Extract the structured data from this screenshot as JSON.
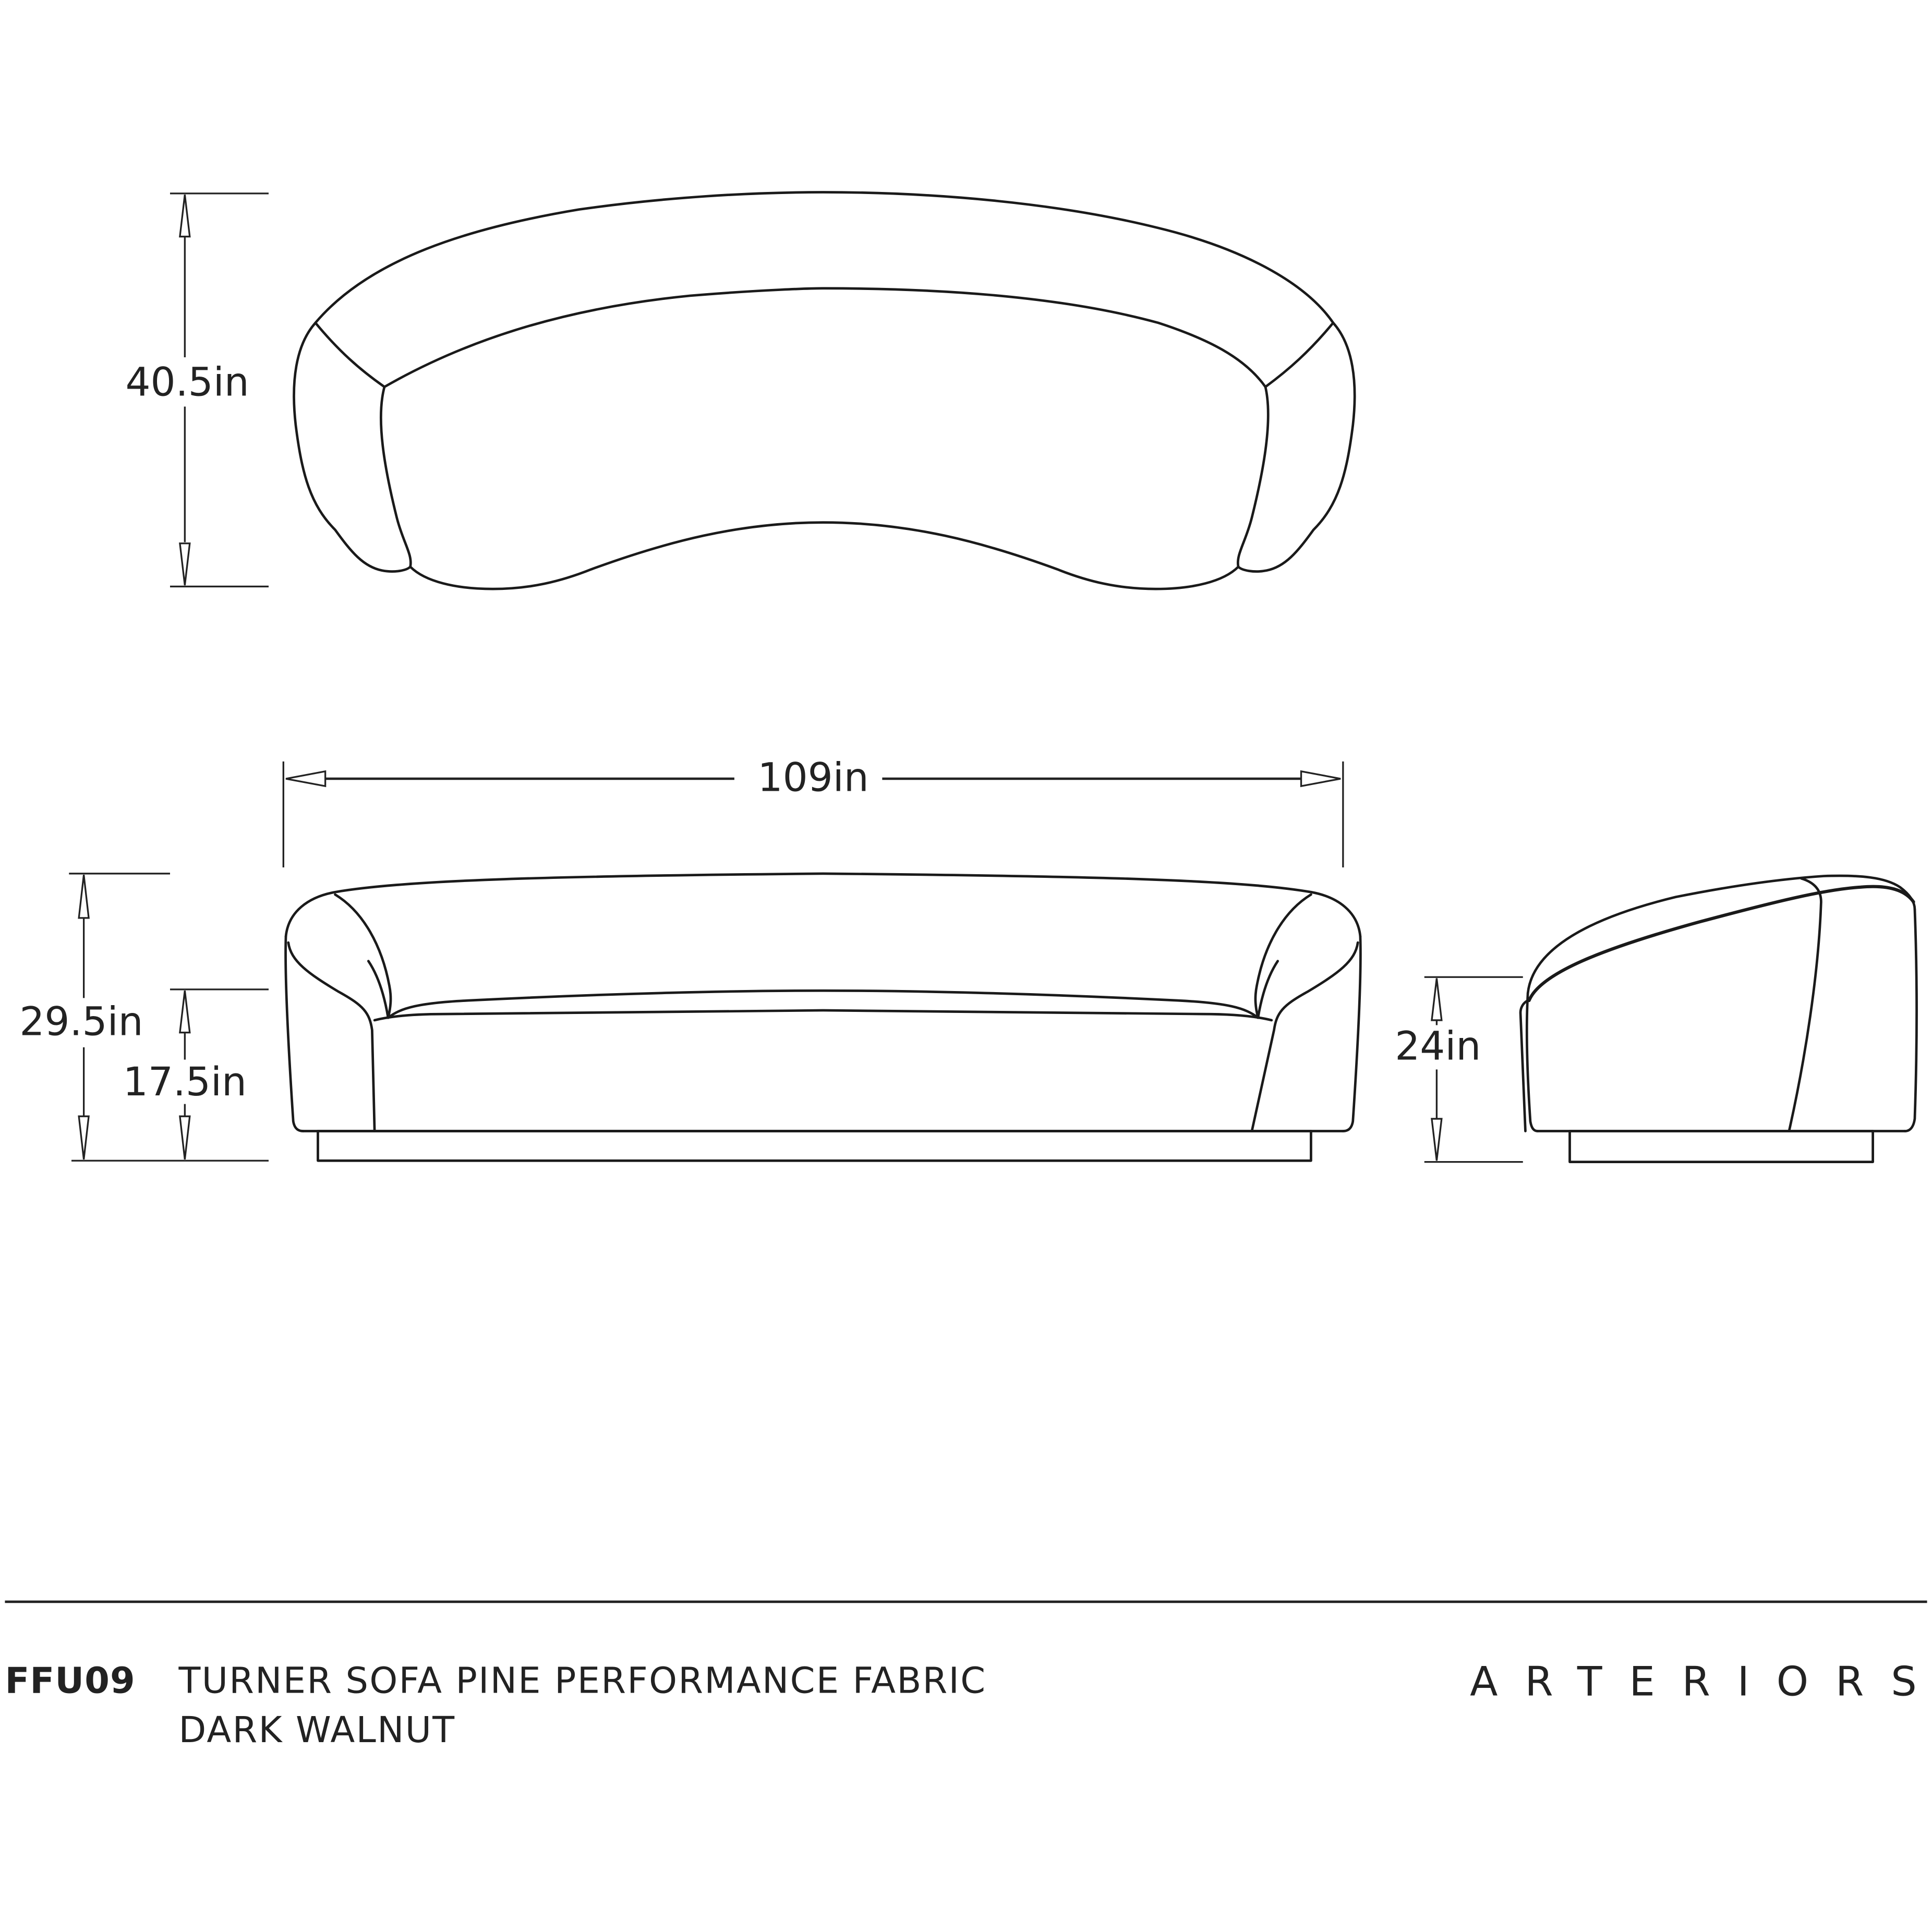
{
  "product": {
    "code": "FFU09",
    "name_line1": "TURNER SOFA PINE PERFORMANCE FABRIC",
    "name_line2": "DARK WALNUT"
  },
  "brand": {
    "logo_text": "ARTERIORS"
  },
  "views": {
    "top": {
      "label": "top-view",
      "depth": "40.5in"
    },
    "front": {
      "label": "front-view",
      "width": "109in",
      "overall_height": "29.5in",
      "seat_height": "17.5in"
    },
    "side": {
      "label": "side-view",
      "arm_height": "24in"
    }
  },
  "colors": {
    "line": "#1a1a1a",
    "text": "#222222",
    "background": "#ffffff"
  }
}
